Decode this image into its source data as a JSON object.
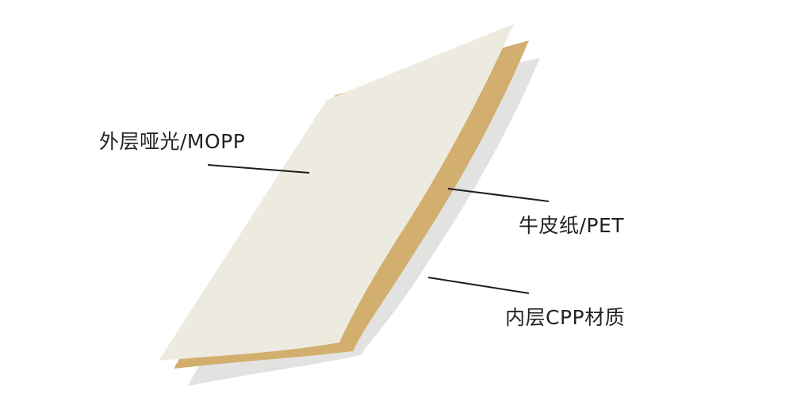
{
  "diagram": {
    "layers": [
      {
        "id": "outer",
        "label": "外层哑光/MOPP",
        "color": "#EDEBDF"
      },
      {
        "id": "middle",
        "label": "牛皮纸/PET",
        "color": "#D2AE6F"
      },
      {
        "id": "inner",
        "label": "内层CPP材质",
        "color": "#E2E3E0"
      }
    ],
    "leader_color": "#1E1E1E"
  }
}
